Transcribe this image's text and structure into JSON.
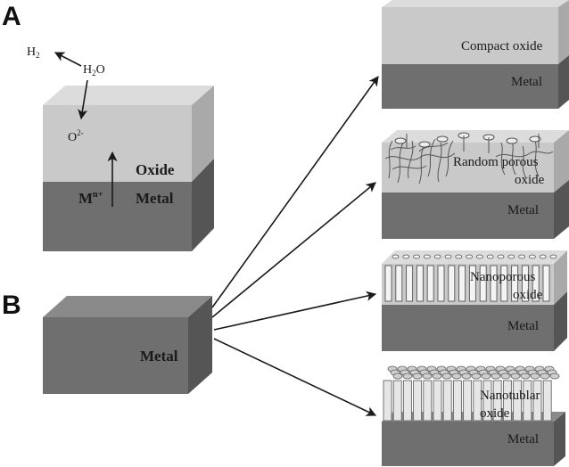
{
  "panels": {
    "a_label": "A",
    "b_label": "B"
  },
  "panel_a": {
    "h2": "H",
    "h2_sub": "2",
    "h2o_h": "H",
    "h2o_sub": "2",
    "h2o_o": "O",
    "o_ion": "O",
    "o_ion_sup": "2-",
    "m_ion": "M",
    "m_ion_sup": "n+",
    "oxide_label": "Oxide",
    "metal_label": "Metal"
  },
  "panel_b": {
    "metal_label": "Metal"
  },
  "outcomes": [
    {
      "oxide_lines": [
        "Compact oxide"
      ],
      "metal_label": "Metal"
    },
    {
      "oxide_lines": [
        "Random porous",
        "oxide"
      ],
      "metal_label": "Metal"
    },
    {
      "oxide_lines": [
        "Nanoporous",
        "oxide"
      ],
      "metal_label": "Metal"
    },
    {
      "oxide_lines": [
        "Nanotublar",
        "oxide"
      ],
      "metal_label": "Metal"
    }
  ],
  "colors": {
    "metal_front": "#6f6f6f",
    "metal_top": "#8a8a8a",
    "metal_side": "#555555",
    "oxide_front": "#c9c9c9",
    "oxide_top": "#dcdcdc",
    "oxide_side": "#a9a9a9",
    "tube_fill": "#f4f4f4"
  }
}
